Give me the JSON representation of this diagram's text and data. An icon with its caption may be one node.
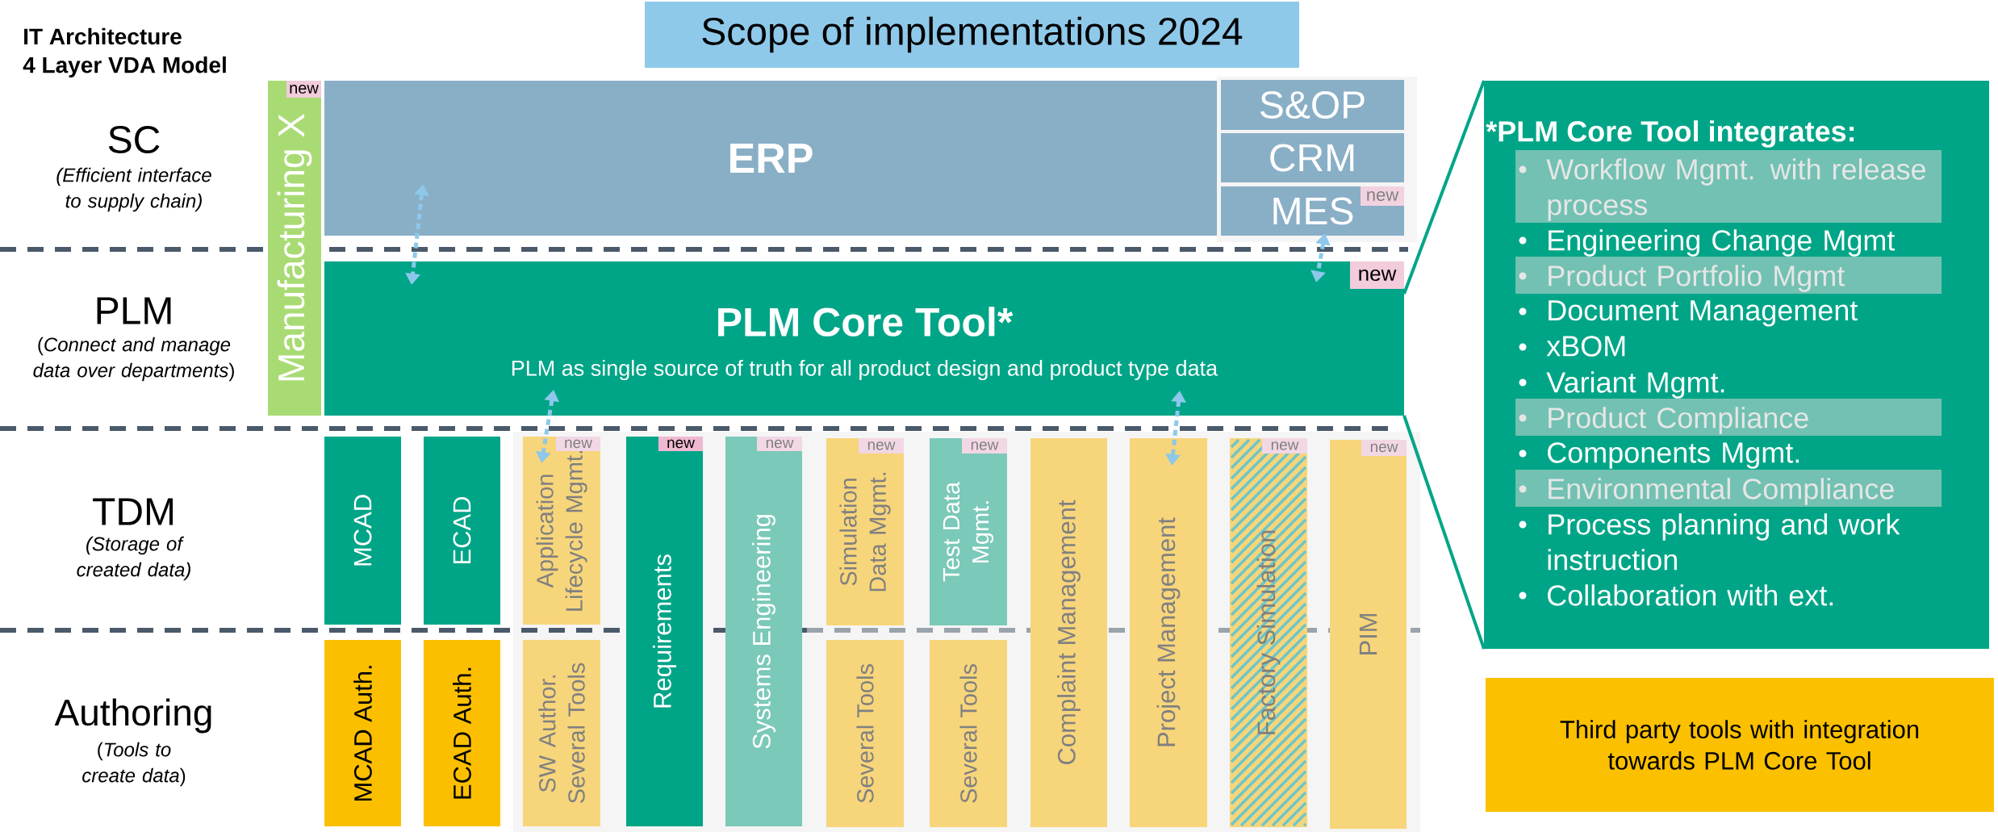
{
  "diagram": {
    "nodes": [
      {
        "text": [
          "Scope of implementations 2024"
        ]
      },
      {
        "text": [
          "Manufacturing X"
        ]
      },
      {
        "text": [
          "new"
        ],
        "in": 1
      },
      {
        "text": [
          "ERP"
        ]
      },
      {
        "text": [
          "S&OP"
        ]
      },
      {
        "text": [
          "CRM"
        ]
      },
      {
        "text": [
          "MES"
        ]
      },
      {
        "text": [
          "new"
        ],
        "in": 6
      },
      {
        "text": [
          "PLM Core Tool*",
          "PLM as single source of truth for all product design and product type data"
        ]
      },
      {
        "text": [
          "new"
        ],
        "in": 8
      },
      {
        "text": [
          "MCAD"
        ]
      },
      {
        "text": [
          "ECAD"
        ]
      },
      {
        "text": [
          "Application Lifecycle Mgmt."
        ]
      },
      {
        "text": [
          "new"
        ],
        "in": 12
      },
      {
        "text": [
          "Requirements"
        ]
      },
      {
        "text": [
          "new"
        ],
        "in": 14
      },
      {
        "text": [
          "Systems Engineering"
        ]
      },
      {
        "text": [
          "new"
        ],
        "in": 16
      },
      {
        "text": [
          "Simulation Data Mgmt."
        ]
      },
      {
        "text": [
          "new"
        ],
        "in": 18
      },
      {
        "text": [
          "Test Data Mgmt."
        ]
      },
      {
        "text": [
          "new"
        ],
        "in": 20
      },
      {
        "text": [
          "Complaint Management"
        ]
      },
      {
        "text": [
          "Project Management"
        ]
      },
      {
        "text": [
          "Factory Simulation"
        ]
      },
      {
        "text": [
          "new"
        ],
        "in": 24
      },
      {
        "text": [
          "PIM"
        ]
      },
      {
        "text": [
          "new"
        ],
        "in": 26
      },
      {
        "text": [
          "MCAD Auth."
        ]
      },
      {
        "text": [
          "ECAD Auth."
        ]
      },
      {
        "text": [
          "SW Author. Several Tools"
        ]
      },
      {
        "text": [
          "Several Tools"
        ]
      },
      {
        "text": [
          "Several Tools"
        ]
      },
      {
        "text": [
          "*PLM Core Tool integrates:",
          "Engineering Change Mgmt",
          "Document Management",
          "xBOM",
          "Variant Mgmt.",
          "Components Mgmt.",
          "Process planning and work instruction",
          "Collaboration with ext."
        ]
      },
      {
        "text": [
          "Workflow Mgmt. with release process"
        ],
        "in": 33
      },
      {
        "text": [
          "Product Portfolio Mgmt"
        ],
        "in": 33
      },
      {
        "text": [
          "Product Compliance"
        ],
        "in": 33
      },
      {
        "text": [
          "Environmental Compliance"
        ],
        "in": 33
      },
      {
        "text": [
          "Third party tools with integration towards PLM Core Tool"
        ]
      }
    ],
    "edges": [
      {
        "from": 3,
        "to": 8,
        "arrow": "both",
        "style": "dashed"
      },
      {
        "from": 6,
        "to": 8,
        "arrow": "both",
        "style": "dashed"
      },
      {
        "from": 8,
        "to": 12,
        "arrow": "both",
        "style": "dashed"
      },
      {
        "from": 8,
        "to": 23,
        "arrow": "both",
        "style": "dashed"
      },
      {
        "from": 8,
        "to": 33,
        "arrow": "none",
        "color": "#00a587"
      },
      {
        "from": 8,
        "to": 33,
        "arrow": "none",
        "color": "#00a587"
      }
    ],
    "labels": [
      "IT Architecture",
      "4 Layer VDA Model",
      "SC",
      "(Efficient interface to supply chain)",
      "PLM",
      "(*Connect and manage data over departments*)",
      "TDM",
      "(Storage of created data)",
      "Authoring",
      "(*Tools to create data*)"
    ]
  }
}
